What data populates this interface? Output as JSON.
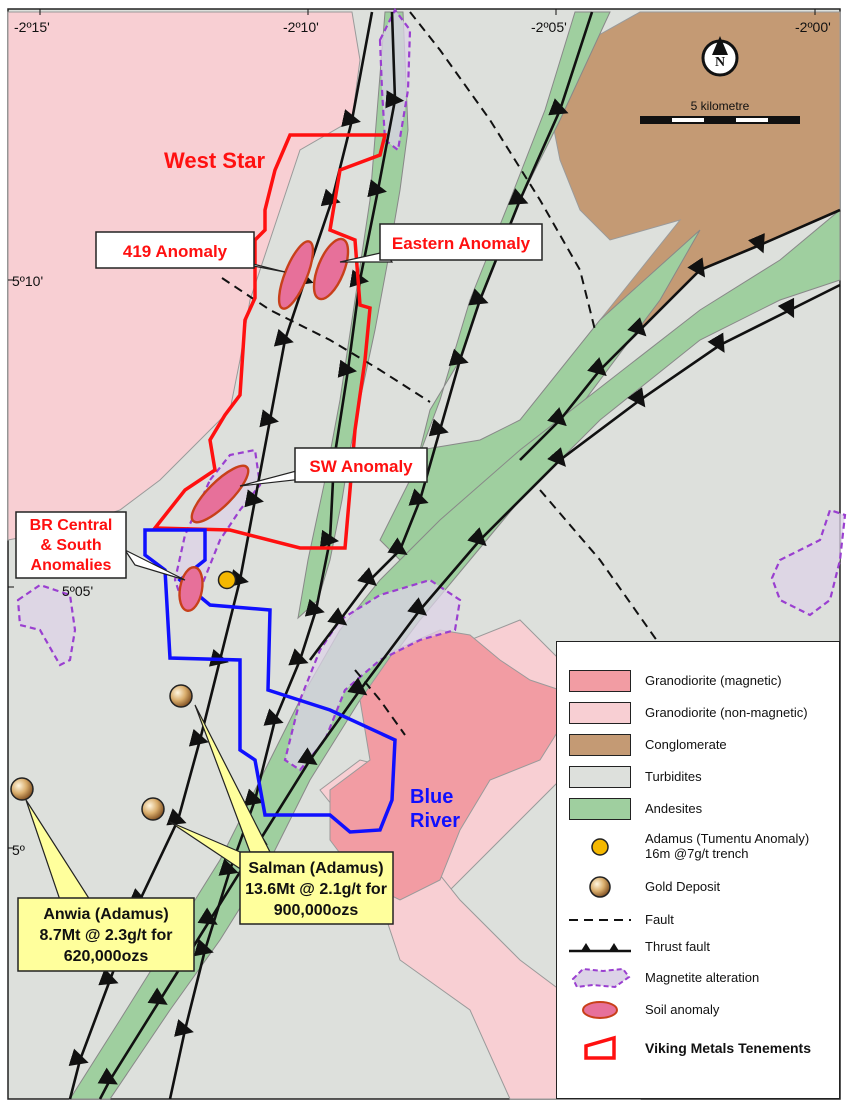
{
  "coordinates": {
    "top": [
      "-2º15'",
      "-2º10'",
      "-2º05'",
      "-2º00'"
    ],
    "left": [
      "5º10'",
      "5º05'",
      "5º"
    ]
  },
  "north_arrow": "N",
  "scale_bar": "5 kilometre",
  "labels": {
    "west_star": "West Star",
    "blue_river_line1": "Blue",
    "blue_river_line2": "River"
  },
  "callouts": {
    "anomaly_419": "419 Anomaly",
    "eastern_anomaly": "Eastern Anomaly",
    "sw_anomaly": "SW Anomaly",
    "br_central_line1": "BR Central",
    "br_central_line2": "& South",
    "br_central_line3": "Anomalies",
    "salman_line1": "Salman (Adamus)",
    "salman_line2": "13.6Mt @ 2.1g/t for",
    "salman_line3": "900,000ozs",
    "anwia_line1": "Anwia (Adamus)",
    "anwia_line2": "8.7Mt @ 2.3g/t for",
    "anwia_line3": "620,000ozs"
  },
  "legend": {
    "granodiorite_magnetic": "Granodiorite (magnetic)",
    "granodiorite_nonmagnetic": "Granodiorite (non-magnetic)",
    "conglomerate": "Conglomerate",
    "turbidites": "Turbidites",
    "andesites": "Andesites",
    "adamus_line1": "Adamus (Tumentu Anomaly)",
    "adamus_line2": "16m @7g/t trench",
    "gold_deposit": "Gold Deposit",
    "fault": "Fault",
    "thrust_fault": "Thrust fault",
    "magnetite_alteration": "Magnetite alteration",
    "soil_anomaly": "Soil anomaly",
    "tenements": "Viking Metals Tenements"
  },
  "colors": {
    "background": "#dde0dc",
    "granodiorite_magnetic": "#f29ca3",
    "granodiorite_nonmagnetic": "#f8cfd3",
    "conglomerate": "#c49a74",
    "andesites": "#9fcf9f",
    "tenement_red": "#ff1010",
    "tenement_blue": "#1010ff",
    "magnetite": "#9a3fd0",
    "soil_anomaly_fill": "#e7709a",
    "soil_anomaly_stroke": "#c8401a",
    "callout_yellow": "#ffff9c"
  }
}
